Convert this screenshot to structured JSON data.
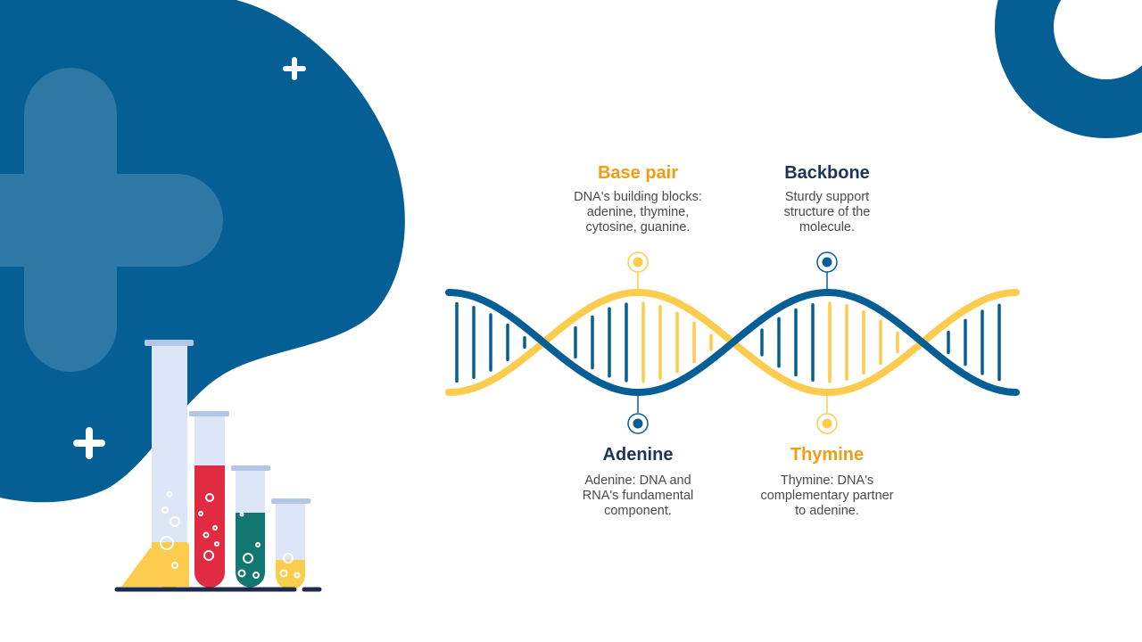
{
  "colors": {
    "blue": "#065f94",
    "yellow": "#fbcc4d",
    "orange_text": "#f39c12",
    "navy_text": "#1c3557",
    "red": "#e02b43",
    "teal": "#117770",
    "tube_glass": "#dde6f7",
    "tube_cap": "#b4c6e6",
    "base_line": "#1f2a4a"
  },
  "labels": {
    "base_pair": {
      "title": "Base pair",
      "desc": "DNA's building blocks:\nadenine, thymine,\ncytosine, guanine."
    },
    "backbone": {
      "title": "Backbone",
      "desc": "Sturdy support\nstructure of the\nmolecule."
    },
    "adenine": {
      "title": "Adenine",
      "desc": "Adenine: DNA and\nRNA's fundamental\ncomponent."
    },
    "thymine": {
      "title": "Thymine",
      "desc": "Thymine: DNA's\ncomplementary partner\nto adenine."
    }
  }
}
